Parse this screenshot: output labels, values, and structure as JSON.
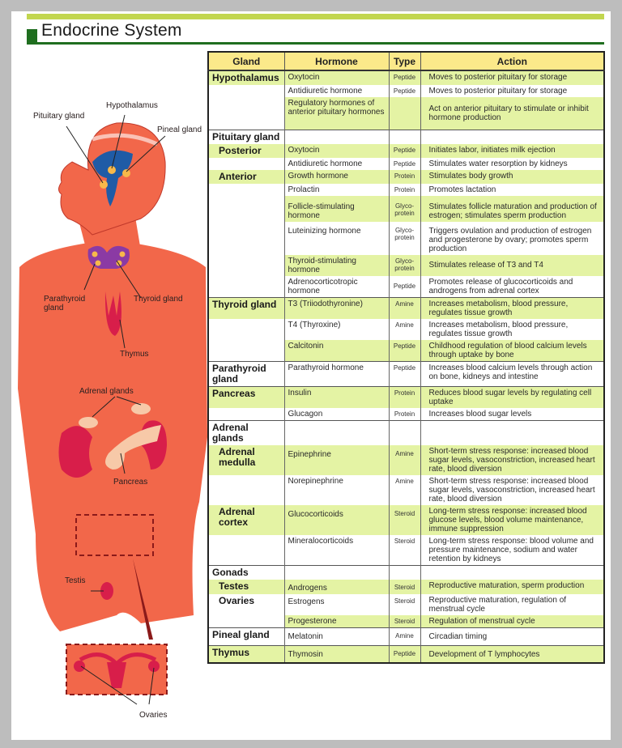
{
  "header": {
    "title": "Endocrine System"
  },
  "colors": {
    "accent_bar": "#c2d64f",
    "title_green": "#1f6e1f",
    "header_yellow": "#fbe98a",
    "row_green": "#e4f3a4",
    "body_red": "#f2674a"
  },
  "illustration": {
    "labels": {
      "pituitary": "Pituitary gland",
      "hypothalamus": "Hypothalamus",
      "pineal": "Pineal gland",
      "parathyroid": "Parathyroid gland",
      "thyroid": "Thyroid gland",
      "thymus": "Thymus",
      "adrenal": "Adrenal glands",
      "pancreas": "Pancreas",
      "testis": "Testis",
      "ovaries": "Ovaries"
    }
  },
  "table": {
    "headers": {
      "gland": "Gland",
      "hormone": "Hormone",
      "type": "Type",
      "action": "Action"
    },
    "rows": [
      {
        "gland": "Hypothalamus",
        "hormone": "Oxytocin",
        "type": "Peptide",
        "action": "Moves to posterior pituitary for storage"
      },
      {
        "gland": "",
        "hormone": "Antidiuretic hormone",
        "type": "Peptide",
        "action": "Moves to posterior pituitary for storage"
      },
      {
        "gland": "",
        "hormone": "Regulatory hormones of anterior pituitary hormones",
        "type": "",
        "action": "Act on anterior pituitary to stimulate or inhibit hormone production"
      },
      {
        "gland": "Pituitary gland",
        "hormone": "",
        "type": "",
        "action": ""
      },
      {
        "gland": "Posterior",
        "hormone": "Oxytocin",
        "type": "Peptide",
        "action": "Initiates labor, initiates milk ejection"
      },
      {
        "gland": "",
        "hormone": "Antidiuretic hormone",
        "type": "Peptide",
        "action": "Stimulates water resorption by kidneys"
      },
      {
        "gland": "Anterior",
        "hormone": "Growth hormone",
        "type": "Protein",
        "action": "Stimulates body growth"
      },
      {
        "gland": "",
        "hormone": "Prolactin",
        "type": "Protein",
        "action": "Promotes lactation"
      },
      {
        "gland": "",
        "hormone": "Follicle-stimulating hormone",
        "type": "Glyco-protein",
        "action": "Stimulates follicle maturation and production of estrogen; stimulates sperm production"
      },
      {
        "gland": "",
        "hormone": "Luteinizing hormone",
        "type": "Glyco-protein",
        "action": "Triggers ovulation and production of estrogen and progesterone by ovary; promotes sperm production"
      },
      {
        "gland": "",
        "hormone": "Thyroid-stimulating hormone",
        "type": "Glyco-protein",
        "action": "Stimulates release of T3 and T4"
      },
      {
        "gland": "",
        "hormone": "Adrenocorticotropic hormone",
        "type": "Peptide",
        "action": "Promotes release of glucocorticoids and androgens from adrenal cortex"
      },
      {
        "gland": "Thyroid gland",
        "hormone": "T3 (Triiodothyronine)",
        "type": "Amine",
        "action": "Increases metabolism, blood pressure, regulates tissue growth"
      },
      {
        "gland": "",
        "hormone": "T4 (Thyroxine)",
        "type": "Amine",
        "action": "Increases metabolism, blood pressure, regulates tissue growth"
      },
      {
        "gland": "",
        "hormone": "Calcitonin",
        "type": "Peptide",
        "action": "Childhood regulation of blood calcium levels through uptake by bone"
      },
      {
        "gland": "Parathyroid gland",
        "hormone": "Parathyroid hormone",
        "type": "Peptide",
        "action": "Increases blood calcium levels through action on bone, kidneys and intestine"
      },
      {
        "gland": "Pancreas",
        "hormone": "Insulin",
        "type": "Protein",
        "action": "Reduces blood sugar levels by regulating cell uptake"
      },
      {
        "gland": "",
        "hormone": "Glucagon",
        "type": "Protein",
        "action": "Increases blood sugar levels"
      },
      {
        "gland": "Adrenal glands",
        "hormone": "",
        "type": "",
        "action": ""
      },
      {
        "gland": "Adrenal medulla",
        "hormone": "Epinephrine",
        "type": "Amine",
        "action": "Short-term stress response: increased blood sugar levels, vasoconstriction, increased heart rate, blood diversion"
      },
      {
        "gland": "",
        "hormone": "Norepinephrine",
        "type": "Amine",
        "action": "Short-term stress response: increased blood sugar levels, vasoconstriction, increased heart rate, blood diversion"
      },
      {
        "gland": "Adrenal cortex",
        "hormone": "Glucocorticoids",
        "type": "Steroid",
        "action": "Long-term stress response: increased blood glucose levels, blood volume maintenance, immune suppression"
      },
      {
        "gland": "",
        "hormone": "Mineralocorticoids",
        "type": "Steroid",
        "action": "Long-term stress response: blood volume and pressure maintenance, sodium and water retention by kidneys"
      },
      {
        "gland": "Gonads",
        "hormone": "",
        "type": "",
        "action": ""
      },
      {
        "gland": "Testes",
        "hormone": "Androgens",
        "type": "Steroid",
        "action": "Reproductive maturation, sperm production"
      },
      {
        "gland": "Ovaries",
        "hormone": "Estrogens",
        "type": "Steroid",
        "action": "Reproductive maturation, regulation of menstrual cycle"
      },
      {
        "gland": "",
        "hormone": "Progesterone",
        "type": "Steroid",
        "action": "Regulation of menstrual cycle"
      },
      {
        "gland": "Pineal gland",
        "hormone": "Melatonin",
        "type": "Amine",
        "action": "Circadian timing"
      },
      {
        "gland": "Thymus",
        "hormone": "Thymosin",
        "type": "Peptide",
        "action": "Development of T lymphocytes"
      }
    ]
  }
}
